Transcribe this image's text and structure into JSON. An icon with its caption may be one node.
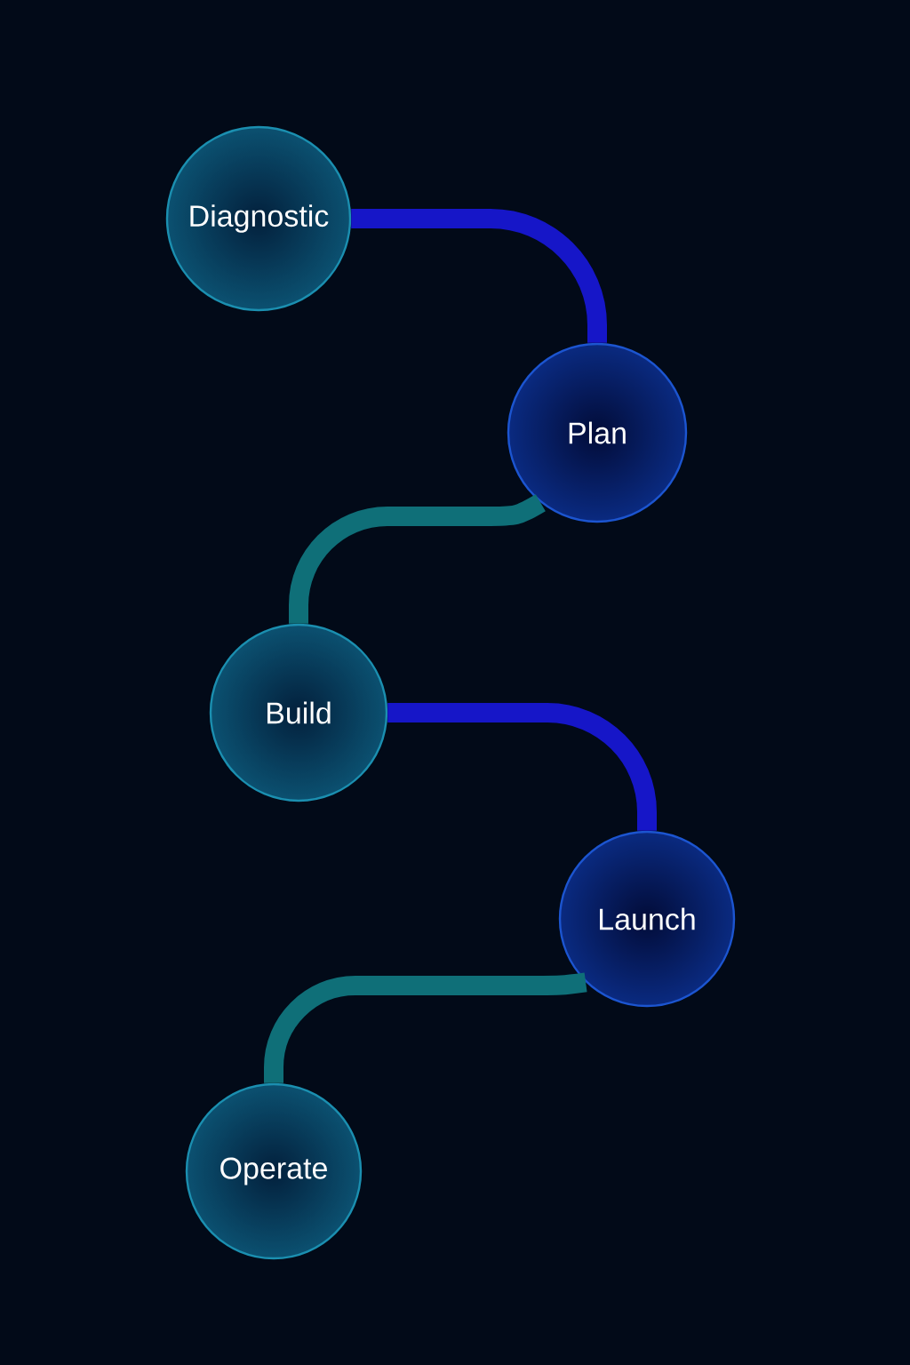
{
  "diagram": {
    "nodes": [
      {
        "text": [
          "Diagnostic"
        ]
      },
      {
        "text": [
          "Plan"
        ]
      },
      {
        "text": [
          "Build"
        ]
      },
      {
        "text": [
          "Launch"
        ]
      },
      {
        "text": [
          "Operate"
        ]
      }
    ],
    "edges": [
      {
        "from": 0,
        "to": 1,
        "arrow": "none",
        "color": "#1616c8"
      },
      {
        "from": 1,
        "to": 2,
        "arrow": "none",
        "color": "#0f6f78"
      },
      {
        "from": 2,
        "to": 3,
        "arrow": "none",
        "color": "#1616c8"
      },
      {
        "from": 3,
        "to": 4,
        "arrow": "none",
        "color": "#0f6f78"
      }
    ]
  }
}
